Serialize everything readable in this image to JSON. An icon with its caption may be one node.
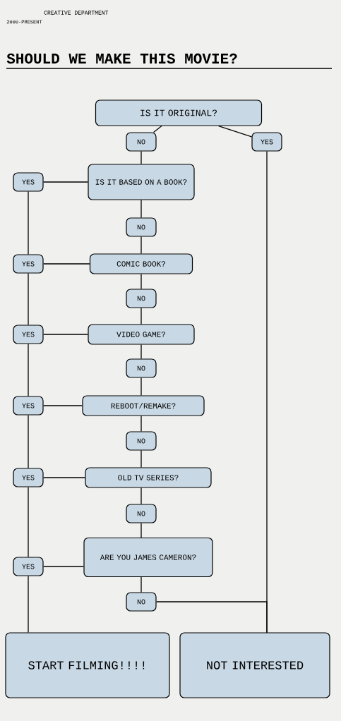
{
  "diagram": {
    "title": "SHOULD WE MAKE THIS MOVIE?",
    "nodes": [
      {
        "text": [
          "IS IT ORIGINAL?"
        ]
      },
      {
        "text": [
          "NO"
        ]
      },
      {
        "text": [
          "YES"
        ]
      },
      {
        "text": [
          "YES"
        ]
      },
      {
        "text": [
          "IS IT BASED ON A BOOK?"
        ]
      },
      {
        "text": [
          "NO"
        ]
      },
      {
        "text": [
          "YES"
        ]
      },
      {
        "text": [
          "COMIC BOOK?"
        ]
      },
      {
        "text": [
          "NO"
        ]
      },
      {
        "text": [
          "YES"
        ]
      },
      {
        "text": [
          "VIDEO GAME?"
        ]
      },
      {
        "text": [
          "NO"
        ]
      },
      {
        "text": [
          "YES"
        ]
      },
      {
        "text": [
          "REBOOT/REMAKE?"
        ]
      },
      {
        "text": [
          "NO"
        ]
      },
      {
        "text": [
          "YES"
        ]
      },
      {
        "text": [
          "OLD TV SERIES?"
        ]
      },
      {
        "text": [
          "NO"
        ]
      },
      {
        "text": [
          "YES"
        ]
      },
      {
        "text": [
          "ARE YOU JAMES CAMERON?"
        ]
      },
      {
        "text": [
          "NO"
        ]
      },
      {
        "text": [
          "START FILMING!!!!"
        ]
      },
      {
        "text": [
          "NOT INTERESTED"
        ]
      }
    ],
    "edges": [
      {
        "from": 0,
        "to": 1,
        "arrow": "none"
      },
      {
        "from": 0,
        "to": 2,
        "arrow": "none"
      },
      {
        "from": 2,
        "to": 22,
        "arrow": "none"
      },
      {
        "from": 1,
        "to": 4,
        "arrow": "none"
      },
      {
        "from": 4,
        "to": 3,
        "arrow": "none"
      },
      {
        "from": 4,
        "to": 5,
        "arrow": "none"
      },
      {
        "from": 5,
        "to": 7,
        "arrow": "none"
      },
      {
        "from": 7,
        "to": 6,
        "arrow": "none"
      },
      {
        "from": 7,
        "to": 8,
        "arrow": "none"
      },
      {
        "from": 8,
        "to": 10,
        "arrow": "none"
      },
      {
        "from": 10,
        "to": 9,
        "arrow": "none"
      },
      {
        "from": 10,
        "to": 11,
        "arrow": "none"
      },
      {
        "from": 11,
        "to": 13,
        "arrow": "none"
      },
      {
        "from": 13,
        "to": 12,
        "arrow": "none"
      },
      {
        "from": 13,
        "to": 14,
        "arrow": "none"
      },
      {
        "from": 14,
        "to": 16,
        "arrow": "none"
      },
      {
        "from": 16,
        "to": 15,
        "arrow": "none"
      },
      {
        "from": 16,
        "to": 17,
        "arrow": "none"
      },
      {
        "from": 17,
        "to": 19,
        "arrow": "none"
      },
      {
        "from": 19,
        "to": 18,
        "arrow": "none"
      },
      {
        "from": 19,
        "to": 20,
        "arrow": "none"
      },
      {
        "from": 20,
        "to": 22,
        "arrow": "none"
      },
      {
        "from": 3,
        "to": 6,
        "arrow": "none"
      },
      {
        "from": 6,
        "to": 9,
        "arrow": "none"
      },
      {
        "from": 9,
        "to": 12,
        "arrow": "none"
      },
      {
        "from": 12,
        "to": 15,
        "arrow": "none"
      },
      {
        "from": 15,
        "to": 18,
        "arrow": "none"
      },
      {
        "from": 18,
        "to": 21,
        "arrow": "none"
      }
    ],
    "labels": [
      "CREATIVE DEPARTMENT",
      "2000-PRESENT"
    ]
  }
}
